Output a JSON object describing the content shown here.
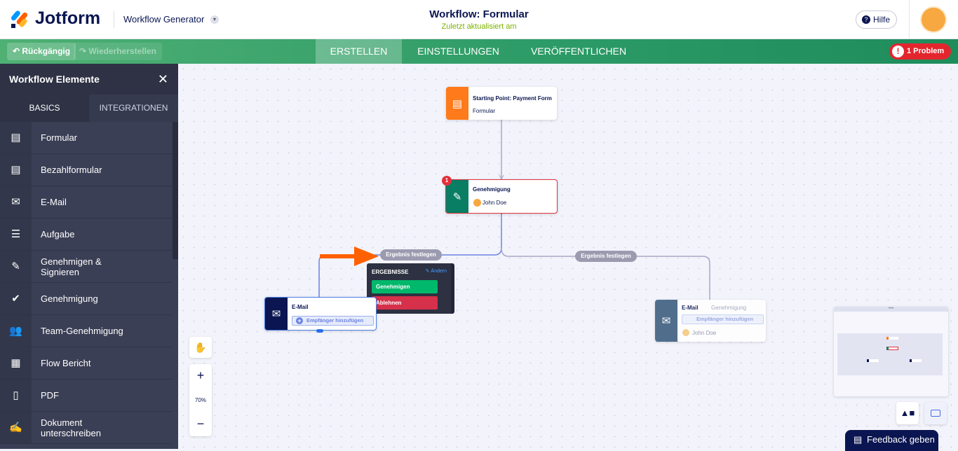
{
  "header": {
    "brand": "Jotform",
    "product": "Workflow Generator",
    "title": "Workflow: Formular",
    "subtitle": "Zuletzt aktualisiert am",
    "help": "Hilfe"
  },
  "toolbar": {
    "undo": "Rückgängig",
    "redo": "Wiederherstellen",
    "tabs": [
      "ERSTELLEN",
      "EINSTELLUNGEN",
      "VERÖFFENTLICHEN"
    ],
    "active_tab": "ERSTELLEN",
    "problem": "1 Problem"
  },
  "sidebar": {
    "title": "Workflow Elemente",
    "tabs": [
      "BASICS",
      "INTEGRATIONEN"
    ],
    "items": [
      {
        "label": "Formular",
        "icon": "form-icon"
      },
      {
        "label": "Bezahlformular",
        "icon": "payment-form-icon"
      },
      {
        "label": "E-Mail",
        "icon": "email-icon"
      },
      {
        "label": "Aufgabe",
        "icon": "task-icon"
      },
      {
        "label": "Genehmigen & Signieren",
        "icon": "approve-sign-icon"
      },
      {
        "label": "Genehmigung",
        "icon": "approval-icon"
      },
      {
        "label": "Team-Genehmigung",
        "icon": "team-icon"
      },
      {
        "label": "Flow Bericht",
        "icon": "report-icon"
      },
      {
        "label": "PDF",
        "icon": "pdf-icon"
      },
      {
        "label": "Dokument unterschreiben",
        "icon": "sign-doc-icon"
      }
    ]
  },
  "canvas": {
    "start": {
      "title": "Starting Point: Payment Form",
      "sub": "Formular"
    },
    "approval": {
      "title": "Genehmigung",
      "user": "John Doe",
      "badge": "1"
    },
    "pill_left": "Ergebnis festlegen",
    "pill_right": "Ergebnis festlegen",
    "popup": {
      "title": "ERGEBNISSE",
      "edit": "Ändern",
      "approve": "Genehmigen",
      "reject": "Ablehnen"
    },
    "email": {
      "title": "E-Mail",
      "add": "Empfänger hinzufügen"
    },
    "ghost": {
      "title": "E-Mail",
      "add": "Empfänger hinzufügen",
      "under_title": "Genehmigung",
      "under_user": "John Doe"
    },
    "zoom": "70%"
  },
  "colors": {
    "brand_green": "#2b9a66",
    "orange": "#ff6100",
    "approve": "#00b86b",
    "reject": "#d6304a",
    "navy": "#0a1551"
  },
  "feedback": "Feedback geben"
}
